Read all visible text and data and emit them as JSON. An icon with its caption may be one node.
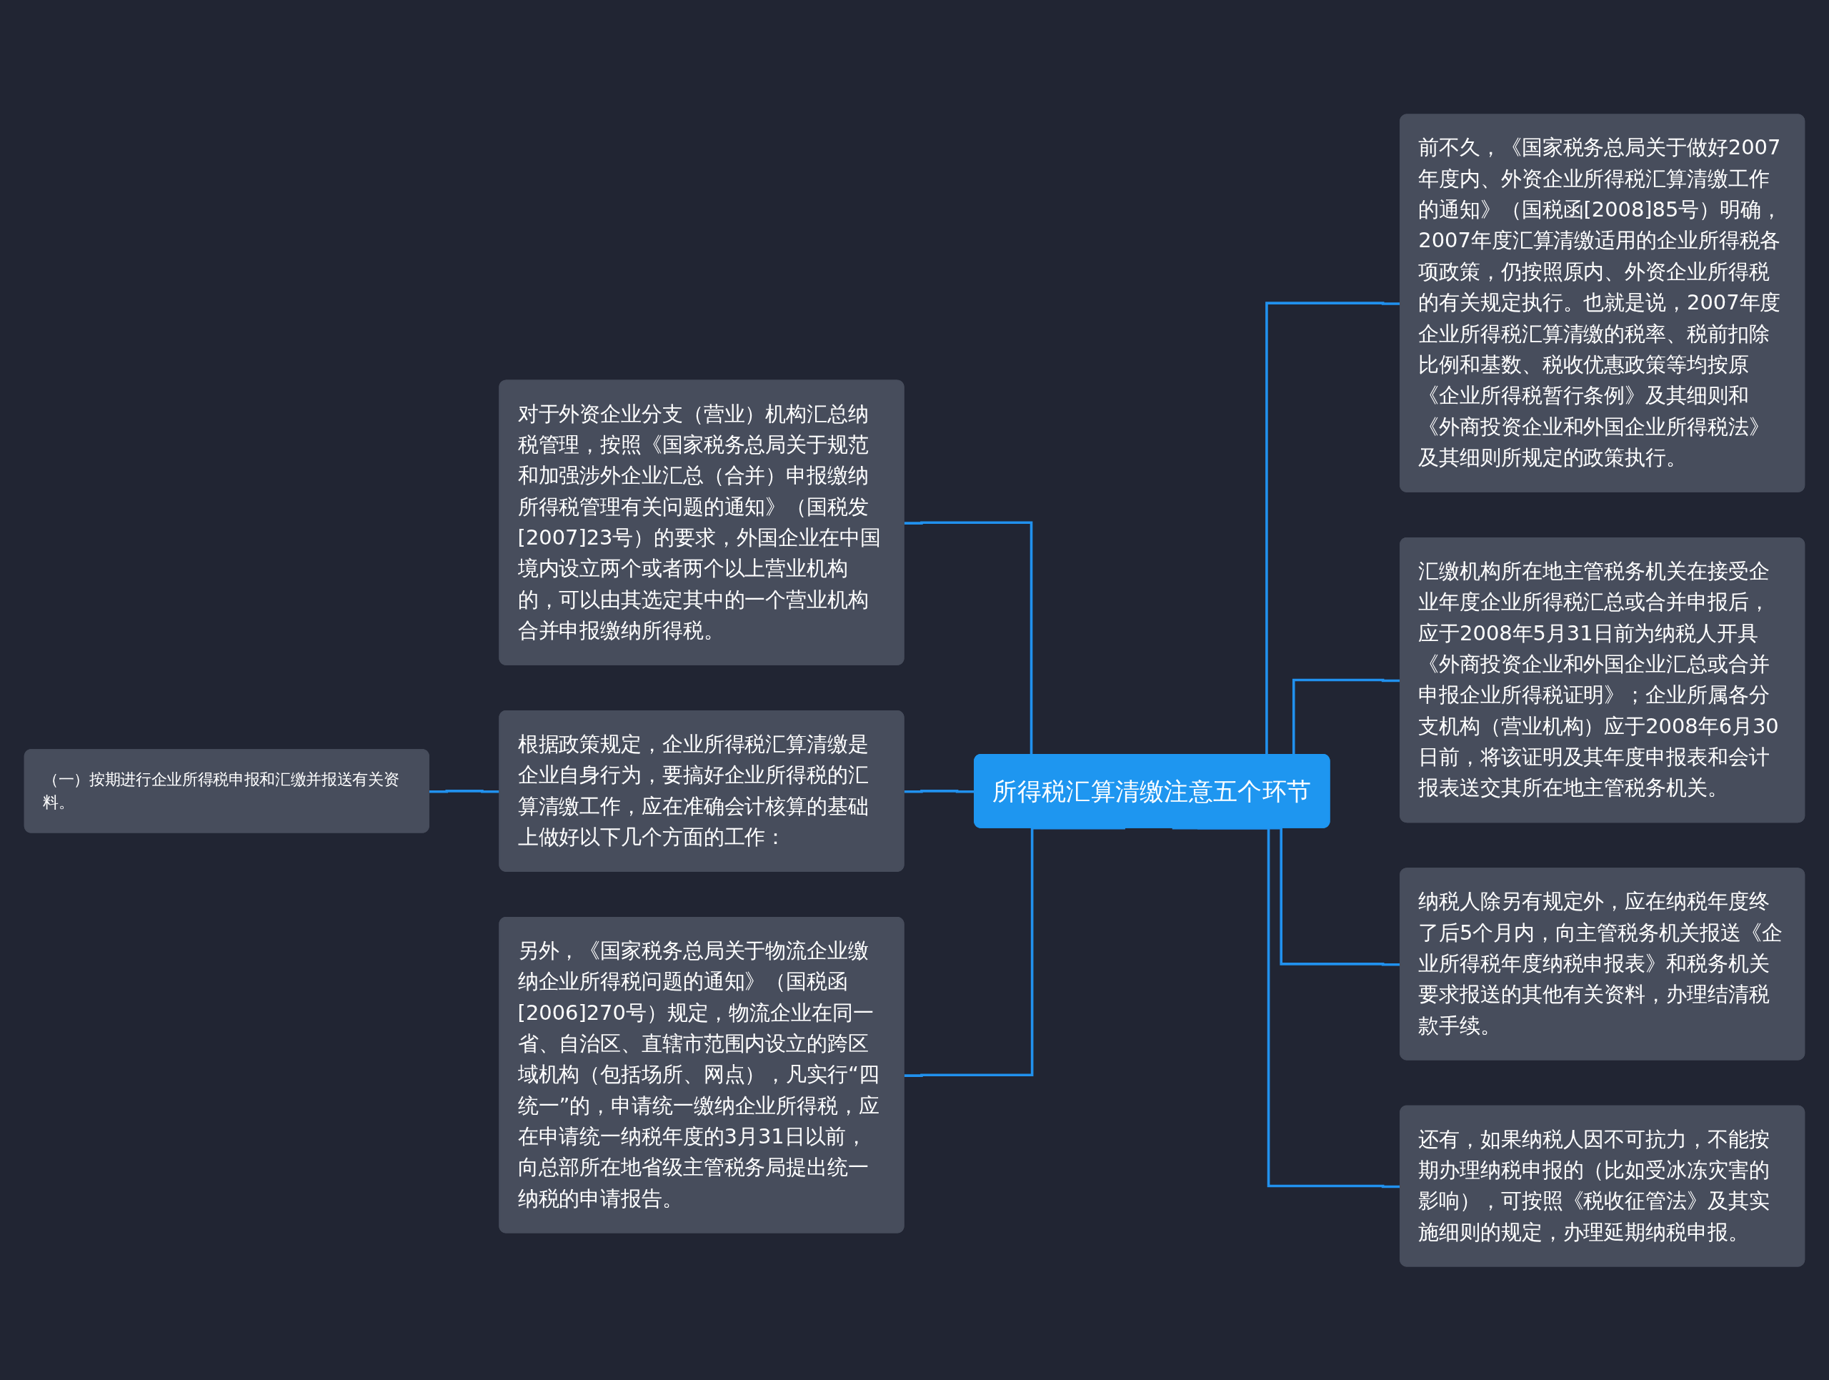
{
  "diagram": {
    "nodes": [
      {
        "text": [
          "所得税汇算清缴注意五个环节"
        ]
      },
      {
        "text": [
          "对于外资企业分支（营业）机构汇总纳税管理，按照《国家税务总局关于规范和加强涉外企业汇总（合并）申报缴纳所得税管理有关问题的通知》（国税发[2007]23号）的要求，外国企业在中国境内设立两个或者两个以上营业机构的，可以由其选定其中的一个营业机构合并申报缴纳所得税。"
        ]
      },
      {
        "text": [
          "根据政策规定，企业所得税汇算清缴是企业自身行为，要搞好企业所得税的汇算清缴工作，应在准确会计核算的基础上做好以下几个方面的工作："
        ]
      },
      {
        "text": [
          "（一）按期进行企业所得税申报和汇缴并报送有关资料。"
        ]
      },
      {
        "text": [
          "另外，《国家税务总局关于物流企业缴纳企业所得税问题的通知》（国税函[2006]270号）规定，物流企业在同一省、自治区、直辖市范围内设立的跨区域机构（包括场所、网点），凡实行“四统一”的，申请统一缴纳企业所得税，应在申请统一纳税年度的3月31日以前，向总部所在地省级主管税务局提出统一纳税的申请报告。"
        ]
      },
      {
        "text": [
          "前不久，《国家税务总局关于做好2007年度内、外资企业所得税汇算清缴工作的通知》（国税函[2008]85号）明确，2007年度汇算清缴适用的企业所得税各项政策，仍按照原内、外资企业所得税的有关规定执行。也就是说，2007年度企业所得税汇算清缴的税率、税前扣除比例和基数、税收优惠政策等均按原《企业所得税暂行条例》及其细则和《外商投资企业和外国企业所得税法》及其细则所规定的政策执行。"
        ]
      },
      {
        "text": [
          "汇缴机构所在地主管税务机关在接受企业年度企业所得税汇总或合并申报后，应于2008年5月31日前为纳税人开具《外商投资企业和外国企业汇总或合并申报企业所得税证明》；企业所属各分支机构（营业机构）应于2008年6月30日前，将该证明及其年度申报表和会计报表送交其所在地主管税务机关。"
        ]
      },
      {
        "text": [
          "纳税人除另有规定外，应在纳税年度终了后5个月内，向主管税务机关报送《企业所得税年度纳税申报表》和税务机关要求报送的其他有关资料，办理结清税款手续。"
        ]
      },
      {
        "text": [
          "还有，如果纳税人因不可抗力，不能按期办理纳税申报的（比如受冰冻灾害的影响），可按照《税收征管法》及其实施细则的规定，办理延期纳税申报。"
        ]
      }
    ],
    "edges": [
      {
        "from": 3,
        "to": 2,
        "arrow": "none"
      },
      {
        "from": 1,
        "to": 0,
        "arrow": "none"
      },
      {
        "from": 2,
        "to": 0,
        "arrow": "none"
      },
      {
        "from": 4,
        "to": 0,
        "arrow": "none"
      },
      {
        "from": 0,
        "to": 5,
        "arrow": "none"
      },
      {
        "from": 0,
        "to": 6,
        "arrow": "none"
      },
      {
        "from": 0,
        "to": 7,
        "arrow": "none"
      },
      {
        "from": 0,
        "to": 8,
        "arrow": "none"
      }
    ]
  }
}
